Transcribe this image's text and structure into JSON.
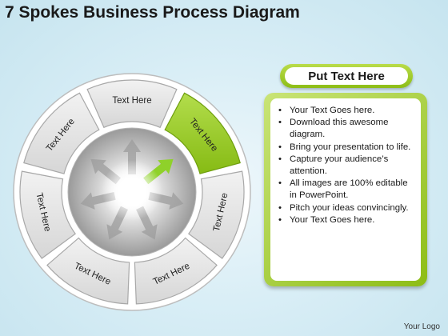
{
  "title": "7 Spokes Business Process Diagram",
  "colors": {
    "segment_fill": "#e6e6e6",
    "segment_highlight": "#9acb2a",
    "panel_accent": "#8dbd16",
    "arrow_highlight": "#8fd12a"
  },
  "diagram": {
    "segments": [
      {
        "label": "Text Here",
        "highlight": false
      },
      {
        "label": "Text Here",
        "highlight": true
      },
      {
        "label": "Text Here",
        "highlight": false
      },
      {
        "label": "Text Here",
        "highlight": false
      },
      {
        "label": "Text Here",
        "highlight": false
      },
      {
        "label": "Text Here",
        "highlight": false
      },
      {
        "label": "Text Here",
        "highlight": false
      }
    ]
  },
  "panel": {
    "header": "Put Text Here",
    "bullets": [
      "Your Text Goes here.",
      "Download this awesome diagram.",
      "Bring your presentation to life.",
      "Capture your audience’s attention.",
      "All images are 100% editable in PowerPoint.",
      "Pitch your ideas convincingly.",
      "Your Text Goes here."
    ]
  },
  "footer": "Your Logo"
}
